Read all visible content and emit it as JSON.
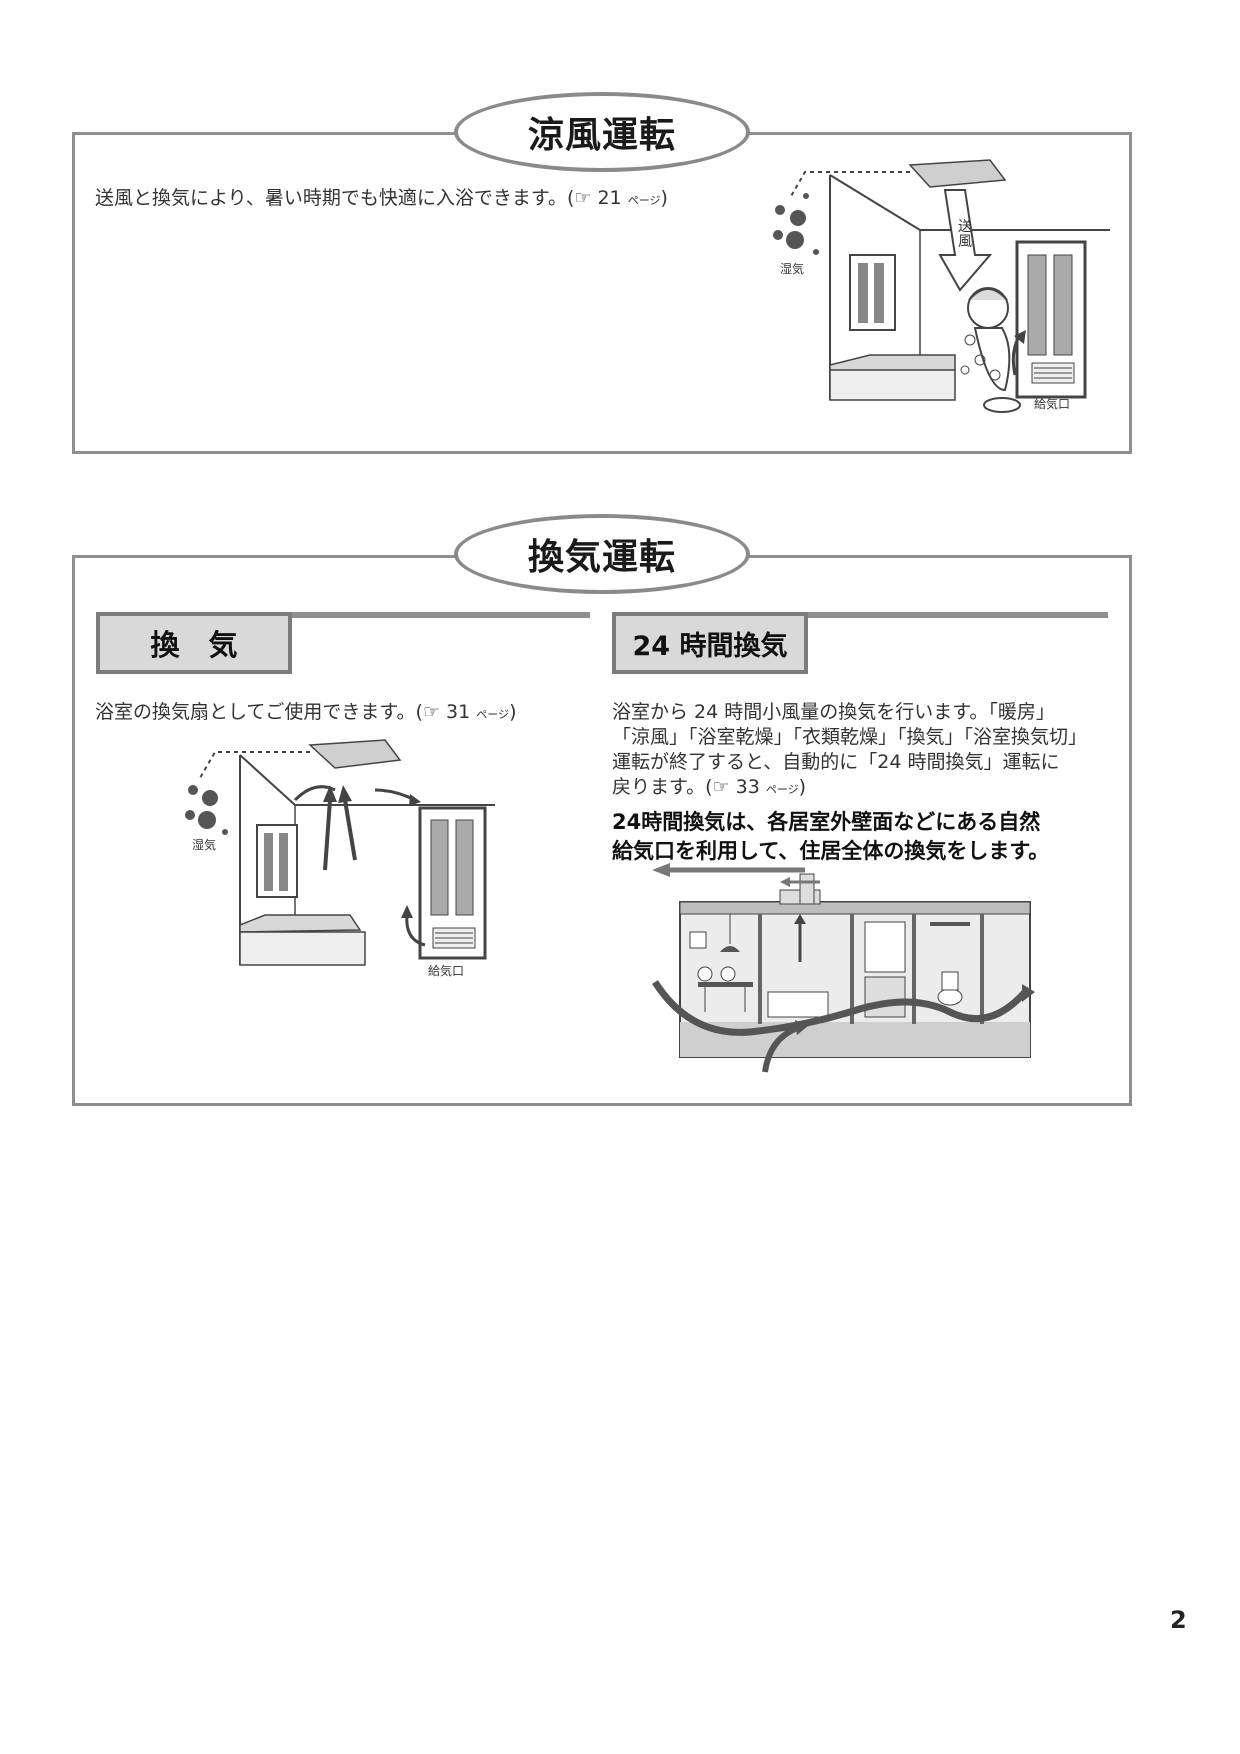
{
  "sections": [
    {
      "title": "涼風運転",
      "description": "送風と換気により、暑い時期でも快適に入浴できます。(",
      "ref_page": "21",
      "ref_unit": "ページ",
      "ref_close": ")",
      "illustration_labels": {
        "humidity": "湿気",
        "breeze": "送風",
        "inlet": "給気口"
      }
    },
    {
      "title": "換気運転",
      "subsections": [
        {
          "title": "換　気",
          "description": "浴室の換気扇としてご使用できます。(",
          "ref_page": "31",
          "ref_unit": "ページ",
          "ref_close": ")",
          "illustration_labels": {
            "humidity": "湿気",
            "inlet": "給気口"
          }
        },
        {
          "title": "24 時間換気",
          "lines": [
            "浴室から 24 時間小風量の換気を行います。「暖房」",
            "「涼風」「浴室乾燥」「衣類乾燥」「換気」「浴室換気切」",
            "運転が終了すると、自動的に「24 時間換気」運転に"
          ],
          "line4": "戻ります。(",
          "ref_page": "33",
          "ref_unit": "ページ",
          "ref_close": ")",
          "emphasis": [
            "24時間換気は、各居室外壁面などにある自然",
            "給気口を利用して、住居全体の換気をします。"
          ]
        }
      ]
    }
  ],
  "page_number": "2",
  "icons": {
    "reference": "pointing-hand-icon"
  },
  "colors": {
    "frame": "#8f8f8f",
    "tab_fill": "#d9d9d9",
    "arrow": "#555555"
  }
}
